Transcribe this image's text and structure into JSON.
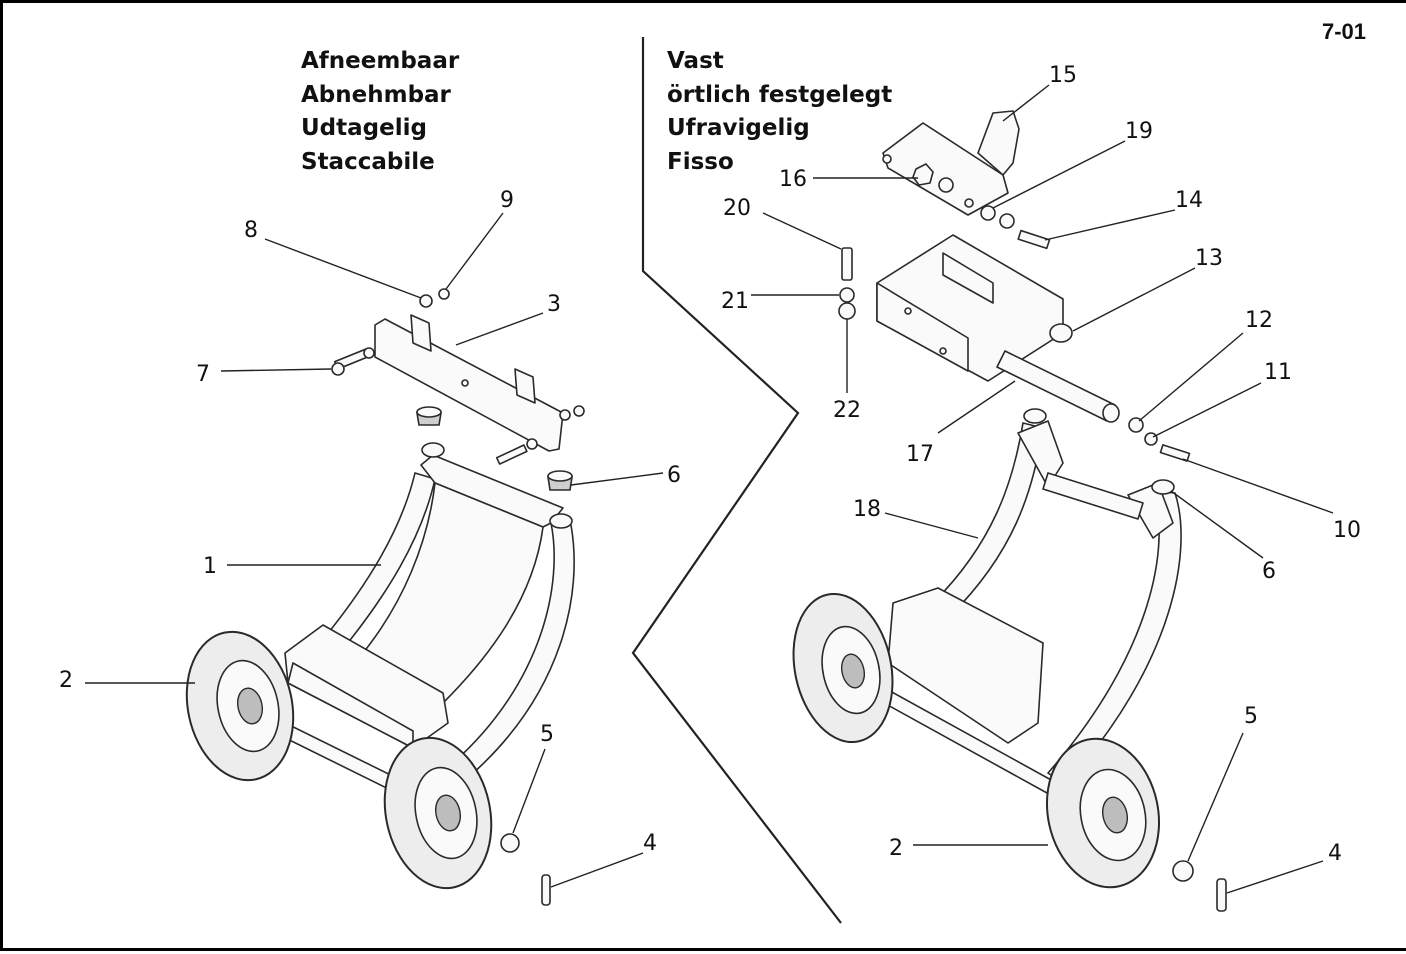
{
  "sheet_id": "7-01",
  "left_group": {
    "titles": [
      "Afneembaar",
      "Abnehmbar",
      "Udtagelig",
      "Staccabile"
    ]
  },
  "right_group": {
    "titles": [
      "Vast",
      "örtlich festgelegt",
      "Ufravigelig",
      "Fisso"
    ]
  },
  "left_callouts": [
    "9",
    "8",
    "3",
    "7",
    "6",
    "1",
    "2",
    "5",
    "4"
  ],
  "right_callouts": [
    "15",
    "19",
    "16",
    "14",
    "20",
    "13",
    "21",
    "12",
    "11",
    "22",
    "17",
    "10",
    "18",
    "6",
    "5",
    "2",
    "4"
  ]
}
